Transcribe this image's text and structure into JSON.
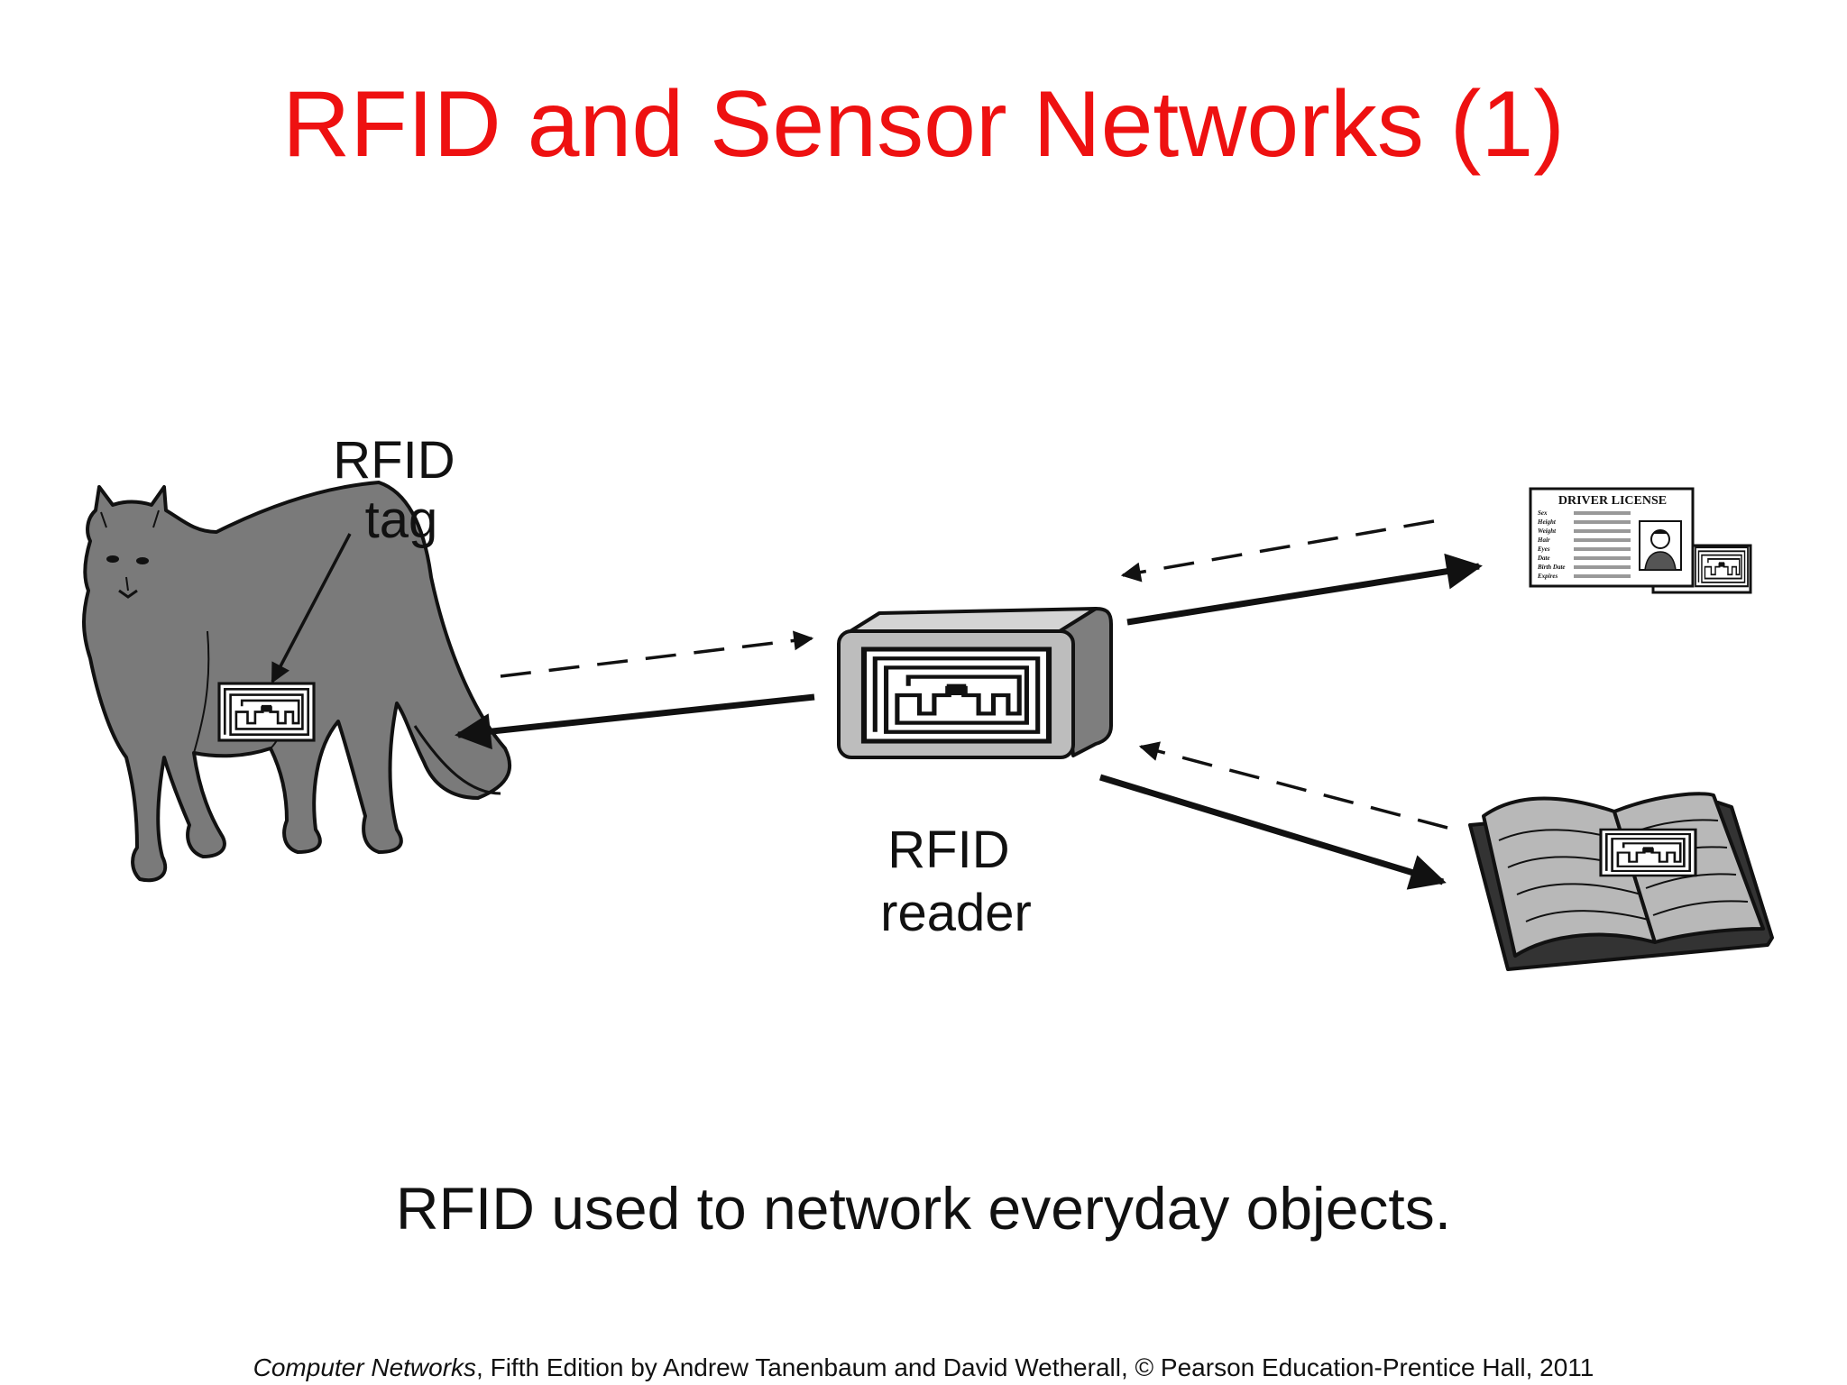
{
  "slide": {
    "title": "RFID and Sensor Networks (1)",
    "caption": "RFID used to network everyday objects.",
    "footer": {
      "book": "Computer Networks",
      "rest": ", Fifth Edition by Andrew Tanenbaum and David Wetherall, © Pearson Education-Prentice Hall, 2011"
    }
  },
  "diagram": {
    "tag_label": [
      "RFID",
      "tag"
    ],
    "reader_label": [
      "RFID",
      "reader"
    ],
    "license": {
      "heading": "DRIVER LICENSE",
      "fields": [
        "Sex",
        "Height",
        "Weight",
        "Hair",
        "Eyes",
        "Date",
        "Birth Date",
        "Expires"
      ]
    }
  },
  "colors": {
    "title": "#ee1111",
    "animal": "#7a7a7a",
    "reader_body": "#bdbdbd",
    "book_pages": "#b8b8b8"
  },
  "icons": [
    "cougar-icon",
    "rfid-chip-icon",
    "rfid-reader-icon",
    "driver-license-icon",
    "open-book-icon"
  ]
}
